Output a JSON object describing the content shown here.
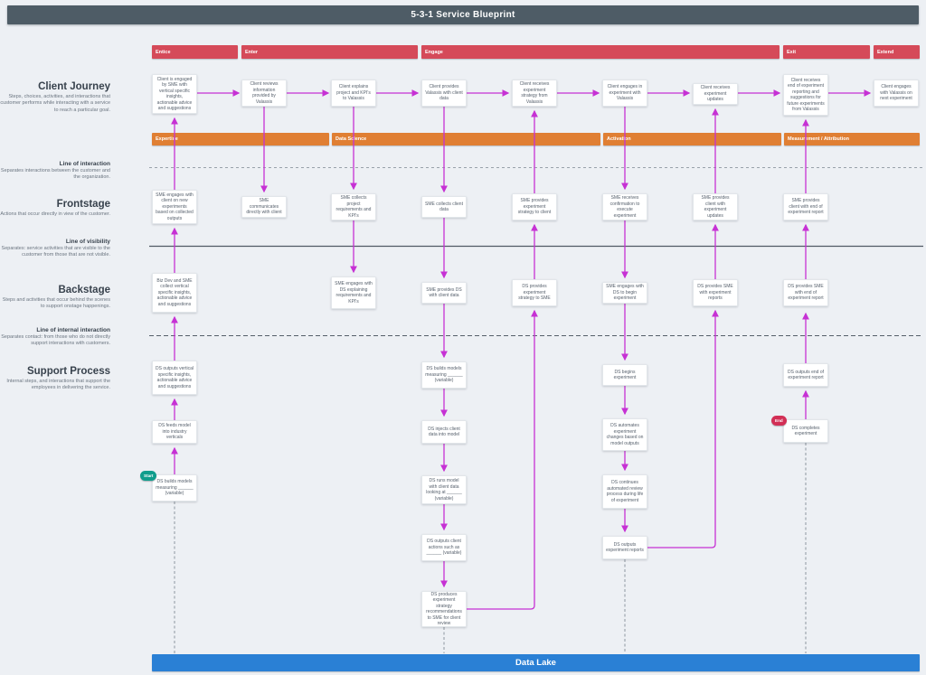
{
  "title": "5-3-1 Service Blueprint",
  "colors": {
    "header_bar": "#4e5c66",
    "phase_bar": "#d54a59",
    "capability_bar": "#e07f33",
    "connector": "#c631d4",
    "data_lake_bar": "#2a80d5",
    "start_marker": "#0f9d8c",
    "end_marker": "#d22f55",
    "background": "#edf0f4"
  },
  "lanes": {
    "client_journey": {
      "heading": "Client Journey",
      "description": "Steps, choices, activities, and interactions that customer performs while interacting with a service to reach a particular goal."
    },
    "line_of_interaction": {
      "heading": "Line of interaction",
      "description": "Separates interactions between the customer and the organization."
    },
    "frontstage": {
      "heading": "Frontstage",
      "description": "Actions that occur directly in view of the customer."
    },
    "line_of_visibility": {
      "heading": "Line of visibility",
      "description": "Separates: service activities that are visible to the customer from those that are not visible."
    },
    "backstage": {
      "heading": "Backstage",
      "description": "Steps and activities that occur behind the scenes to support onstage happenings."
    },
    "line_of_internal_interaction": {
      "heading": "Line of internal interaction",
      "description": "Separates contact: from those who do not directly support interactions with customers."
    },
    "support_process": {
      "heading": "Support Process",
      "description": "Internal steps, and interactions that support the employees in delivering the service."
    }
  },
  "phases": [
    {
      "label": "Entice"
    },
    {
      "label": "Enter"
    },
    {
      "label": "Engage"
    },
    {
      "label": "Exit"
    },
    {
      "label": "Extend"
    }
  ],
  "capabilities": [
    {
      "label": "Expertise"
    },
    {
      "label": "Data Science"
    },
    {
      "label": "Activation"
    },
    {
      "label": "Measurement / Attribution"
    }
  ],
  "nodes": {
    "journey": [
      {
        "col": 1,
        "text": "Client is engaged by SME with vertical specific insights, actionable advice and suggestions"
      },
      {
        "col": 2,
        "text": "Client reviews information provided by Valassis"
      },
      {
        "col": 3,
        "text": "Client explains project and KPI's to Valassis"
      },
      {
        "col": 4,
        "text": "Client provides Valassis with client data"
      },
      {
        "col": 5,
        "text": "Client receives experiment strategy from Valassis"
      },
      {
        "col": 6,
        "text": "Client engages in experiment with Valassis"
      },
      {
        "col": 7,
        "text": "Client receives experiment updates"
      },
      {
        "col": 8,
        "text": "Client receives end of experiment reporting and suggestions for future experiments from Valassis"
      },
      {
        "col": 9,
        "text": "Client engages with Valassis on next experiment"
      }
    ],
    "frontstage": [
      {
        "col": 1,
        "text": "SME engages with client on new experiments based on collected outputs"
      },
      {
        "col": 2,
        "text": "SME communicates directly with client"
      },
      {
        "col": 3,
        "text": "SME collects project requirements and KPI's"
      },
      {
        "col": 4,
        "text": "SME collects client data"
      },
      {
        "col": 5,
        "text": "SME provides experiment strategy to client"
      },
      {
        "col": 6,
        "text": "SME receives confirmation to execute experiment"
      },
      {
        "col": 7,
        "text": "SME provides client with experiment updates"
      },
      {
        "col": 8,
        "text": "SME provides client with end of experiment report"
      }
    ],
    "backstage": [
      {
        "col": 1,
        "text": "Biz Dev and SME collect vertical specific insights, actionable advice and suggestions"
      },
      {
        "col": 3,
        "text": "SME engages with DS explaining requirements and KPI's"
      },
      {
        "col": 4,
        "text": "SME provides DS with client data"
      },
      {
        "col": 5,
        "text": "DS provides experiment strategy to SME"
      },
      {
        "col": 6,
        "text": "SME engages with DS to begin experiment"
      },
      {
        "col": 7,
        "text": "DS provides SME with experiment reports"
      },
      {
        "col": 8,
        "text": "DS provides SME with end of experiment report"
      }
    ],
    "support": [
      {
        "col": 1,
        "row": 1,
        "text": "DS outputs vertical specific insights, actionable advice and suggestions"
      },
      {
        "col": 1,
        "row": 2,
        "text": "DS feeds model into industry verticals"
      },
      {
        "col": 1,
        "row": 3,
        "text": "DS builds models measuring ______ (variable)",
        "marker": "start"
      },
      {
        "col": 4,
        "row": 1,
        "text": "DS builds models measuring ______ (variable)"
      },
      {
        "col": 4,
        "row": 2,
        "text": "DS injects client data into model"
      },
      {
        "col": 4,
        "row": 3,
        "text": "DS runs model with client data looking at ______ (variable)"
      },
      {
        "col": 4,
        "row": 4,
        "text": "DS outputs client actions such as ______ (variable)"
      },
      {
        "col": 4,
        "row": 5,
        "text": "DS produces experiment strategy recommendations to SME for client review"
      },
      {
        "col": 6,
        "row": 1,
        "text": "DS begins experiment"
      },
      {
        "col": 6,
        "row": 2,
        "text": "DS automates experiment changes based on model outputs"
      },
      {
        "col": 6,
        "row": 3,
        "text": "DS continues automated review process during life of experiment"
      },
      {
        "col": 6,
        "row": 4,
        "text": "DS outputs experiment reports"
      },
      {
        "col": 8,
        "row": 1,
        "text": "DS outputs end of experiment report"
      },
      {
        "col": 8,
        "row": 2,
        "text": "DS completes experiment",
        "marker": "end"
      }
    ]
  },
  "markers": {
    "start": "Start",
    "end": "End"
  },
  "data_lake": {
    "label": "Data Lake"
  }
}
